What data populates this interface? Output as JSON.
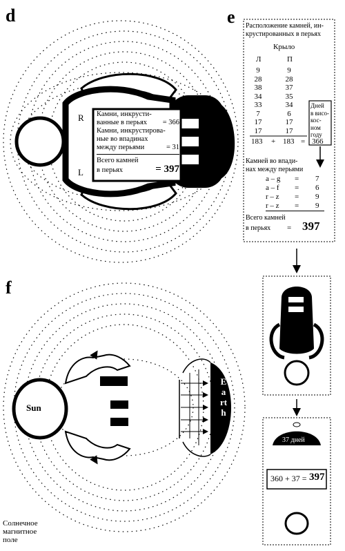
{
  "panels": {
    "d": "d",
    "e": "e",
    "f": "f"
  },
  "panel_d": {
    "label_r": "R",
    "label_l": "L",
    "stones_line1a": "Камни, инкрусти-",
    "stones_line1b": "ванные в перьях",
    "stones_value1": "= 366",
    "stones_line2a": "Камни, инкрустирова-",
    "stones_line2b": "ные во впадинах",
    "stones_line2c": "между перьями",
    "stones_value2": "= 31",
    "total_label_a": "Всего камней",
    "total_label_b": "в перьях",
    "total_value": "= 397"
  },
  "panel_e": {
    "title_a": "Расположение камней, ин-",
    "title_b": "крустированных в перьях",
    "wing_label": "Крыло",
    "col_left": "Л",
    "col_right": "П",
    "left_values": [
      "9",
      "28",
      "38",
      "34",
      "33",
      "7",
      "17",
      "17"
    ],
    "right_values": [
      "9",
      "28",
      "37",
      "35",
      "34",
      "6",
      "17",
      "17"
    ],
    "sum_left": "183",
    "plus": "+",
    "sum_right": "183",
    "equals": "=",
    "sum_total": "366",
    "leap_box": [
      "Дней",
      "в висо-",
      "кос-",
      "ном",
      "году"
    ],
    "between_a": "Камней во впади-",
    "between_b": "нах между перьями",
    "between_rows": [
      {
        "label": "а – g",
        "eq": "=",
        "value": "7"
      },
      {
        "label": "а – f",
        "eq": "=",
        "value": "6"
      },
      {
        "label": "r – z",
        "eq": "=",
        "value": "9"
      },
      {
        "label": "r – z",
        "eq": "=",
        "value": "9"
      }
    ],
    "total_a": "Всего камней",
    "total_b": "в перьях",
    "total_eq": "=",
    "total_value": "397"
  },
  "panel_f": {
    "sun": "Sun",
    "earth": "Earth",
    "caption_a": "Солнечное",
    "caption_b": "магнитное",
    "caption_c": "поле"
  },
  "right_column": {
    "days_label": "37 дней",
    "equation_a": "360 + 37 =",
    "equation_b": "397"
  }
}
